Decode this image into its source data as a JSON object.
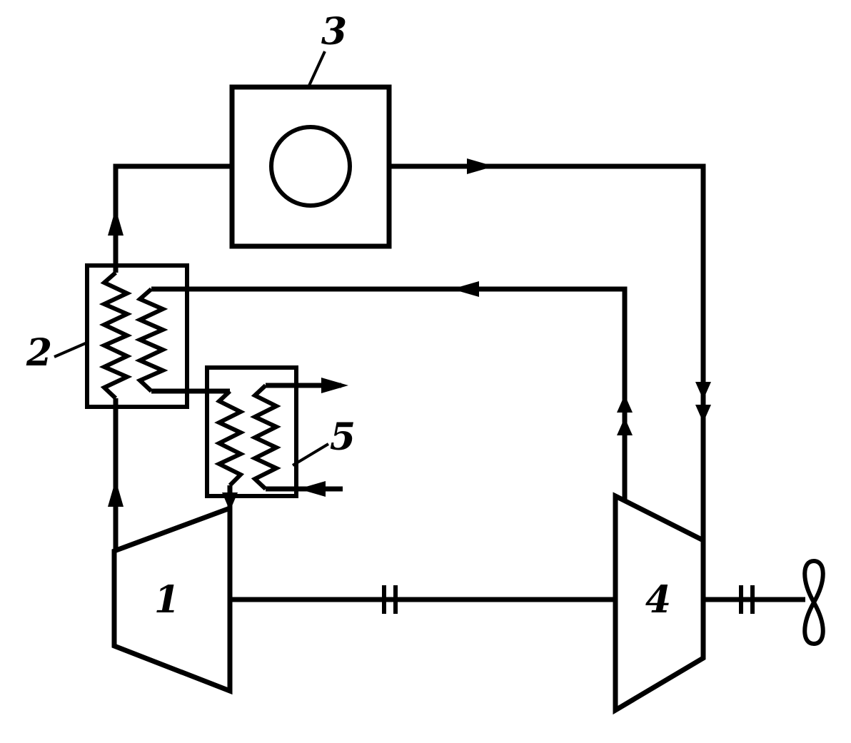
{
  "colors": {
    "line": "#000000",
    "background": "#ffffff"
  },
  "labels": {
    "component1": "1",
    "component2": "2",
    "component3": "3",
    "component4": "4",
    "component5": "5"
  }
}
